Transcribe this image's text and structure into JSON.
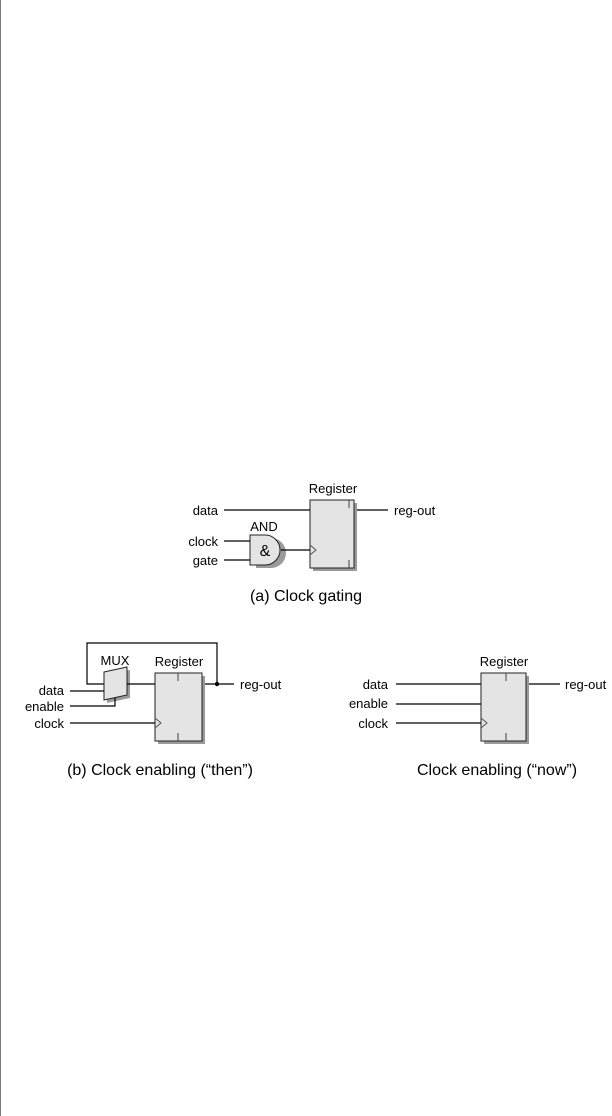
{
  "diagram_a": {
    "register_title": "Register",
    "gate_title": "AND",
    "gate_symbol": "&",
    "input_data": "data",
    "input_clock": "clock",
    "input_gate": "gate",
    "output": "reg-out",
    "caption": "(a) Clock gating"
  },
  "diagram_b": {
    "mux_title": "MUX",
    "register_title": "Register",
    "input_data": "data",
    "input_enable": "enable",
    "input_clock": "clock",
    "output": "reg-out",
    "caption": "(b) Clock enabling (“then”)"
  },
  "diagram_c": {
    "register_title": "Register",
    "input_data": "data",
    "input_enable": "enable",
    "input_clock": "clock",
    "output": "reg-out",
    "caption": "Clock enabling (“now”)"
  }
}
